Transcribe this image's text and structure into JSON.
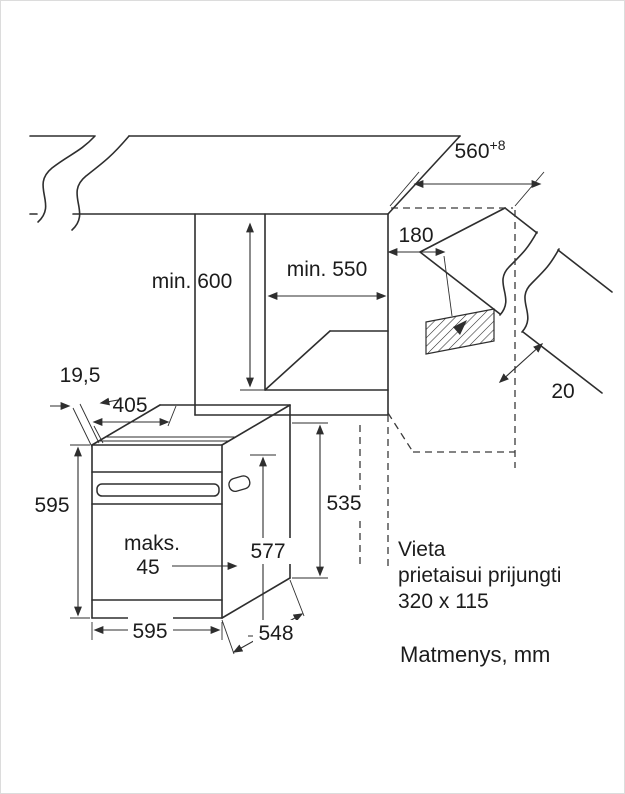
{
  "colors": {
    "background": "#ffffff",
    "line": "#2e2e2e",
    "text": "#1c1c1c",
    "border": "#dcdcdc"
  },
  "cabinet_diagram": {
    "niche_width_value": "560",
    "niche_width_tolerance": "+8",
    "rear_panel_distance": "180",
    "opening_height": "min. 600",
    "opening_depth": "min. 550",
    "rear_gap": "20"
  },
  "oven_diagram": {
    "front_frame_depth": "19,5",
    "top_recess_depth": "405",
    "front_height": "595",
    "front_width": "595",
    "body_depth": "548",
    "body_height": "577",
    "rear_height": "535",
    "door_protrusion_label": "maks.",
    "door_protrusion_value": "45"
  },
  "annotations": {
    "connection_space_line1": "Vieta",
    "connection_space_line2": "prietaisui prijungti",
    "connection_space_size": "320 x 115",
    "units_note": "Matmenys, mm"
  }
}
